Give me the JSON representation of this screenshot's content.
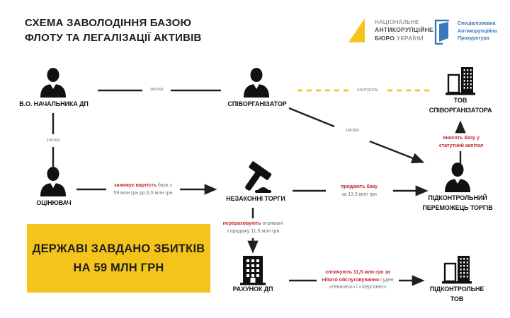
{
  "title": {
    "line1": "СХЕМА ЗАВОЛОДІННЯ БАЗОЮ",
    "line2": "ФЛОТУ ТА ЛЕГАЛІЗАЦІЇ АКТИВІВ"
  },
  "logos": {
    "nabu": {
      "icon": "nabu-wedge-icon",
      "line1": "НАЦІОНАЛЬНЕ",
      "line2": "АНТИКОРУПЦІЙНЕ",
      "line3_bold": "БЮРО",
      "line3_rest": " УКРАЇНИ"
    },
    "sap": {
      "icon": "sap-shield-icon",
      "line1": "Спеціалізована",
      "line2": "Антикорупційна",
      "line3": "Прокуратура"
    }
  },
  "nodes": {
    "vo_nachalnyka_dp": {
      "icon": "person-icon",
      "label": "В.О. НАЧАЛЬНИКА ДП"
    },
    "spivorganizator": {
      "icon": "person-icon",
      "label": "СПІВОРГАНІЗАТОР"
    },
    "tov_spivorganizatora": {
      "icon": "city-buildings-icon",
      "line1": "ТОВ",
      "line2": "СПІВОРГАНІЗАТОРА"
    },
    "otsinyuvach": {
      "icon": "person-icon",
      "label": "ОЦІНЮВАЧ"
    },
    "nezakonni_torgy": {
      "icon": "gavel-icon",
      "label": "НЕЗАКОННІ ТОРГИ"
    },
    "pidkontrolnyi_peremozhets": {
      "icon": "person-icon",
      "line1": "ПІДКОНТРОЛЬНИЙ",
      "line2": "ПЕРЕМОЖЕЦЬ ТОРГІВ"
    },
    "rakhunok_dp": {
      "icon": "bank-building-icon",
      "label": "РАХУНОК ДП"
    },
    "pidkontrolne_tov": {
      "icon": "city-buildings-icon",
      "line1": "ПІДКОНТРОЛЬНЕ",
      "line2": "ТОВ"
    }
  },
  "edges": {
    "zmova_top": "змова",
    "zmova_left": "змова",
    "kontrol": "контроль",
    "zmova_diag": "змова",
    "vnosyat": {
      "red_line1": "вносять базу у",
      "red_line2": "статутний капітал"
    },
    "zanyzhuye": {
      "red": "занижує вартість",
      "gray1": "бази з",
      "gray2": "59 млн грн до 6,5 млн грн"
    },
    "prodayut": {
      "red": "продають базу",
      "gray": "за 13,5 млн грн"
    },
    "pererakhovuyut": {
      "red": "перераховують",
      "gray1": "отримані",
      "gray2": "з продажу 11,5 млн грн"
    },
    "splachuyut": {
      "red_line1": "сплачують 11,5 млн грн за",
      "red_line2": "нібито обслуговування",
      "gray_line2": "суден",
      "gray_line3": "«Геническ» і «Херсонес»"
    }
  },
  "damage_box": {
    "line1": "ДЕРЖАВІ ЗАВДАНО ЗБИТКІВ",
    "line2": "НА 59 МЛН ГРН"
  },
  "colors": {
    "accent_yellow": "#f5c41b",
    "alert_red": "#c1272d",
    "line_black": "#1f1f1f",
    "muted_gray": "#8b8b8e",
    "sap_blue": "#3a77bc"
  }
}
